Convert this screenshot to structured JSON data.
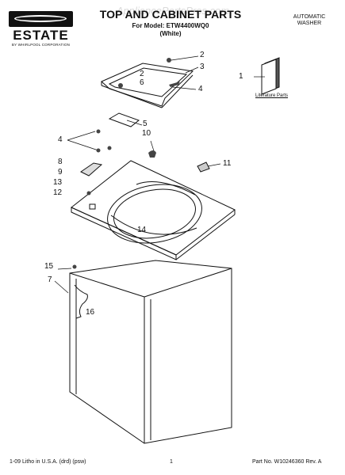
{
  "brand": {
    "name": "ESTATE",
    "tagline": "BY WHIRLPOOL CORPORATION"
  },
  "watermark": "AppliancePartsPros.com",
  "header": {
    "title": "TOP AND CABINET PARTS",
    "model": "For Model: ETW4400WQ0",
    "color": "(White)",
    "category_line1": "AUTOMATIC",
    "category_line2": "WASHER"
  },
  "diagram": {
    "literature_label": "Literature Parts",
    "callouts": [
      "1",
      "2",
      "3",
      "2",
      "6",
      "4",
      "4",
      "5",
      "10",
      "8",
      "11",
      "9",
      "13",
      "12",
      "14",
      "15",
      "7",
      "16"
    ]
  },
  "footer": {
    "left": "1-09 Litho in U.S.A. (drd) (psw)",
    "page": "1",
    "part_number": "Part No. W10246360 Rev. A"
  }
}
